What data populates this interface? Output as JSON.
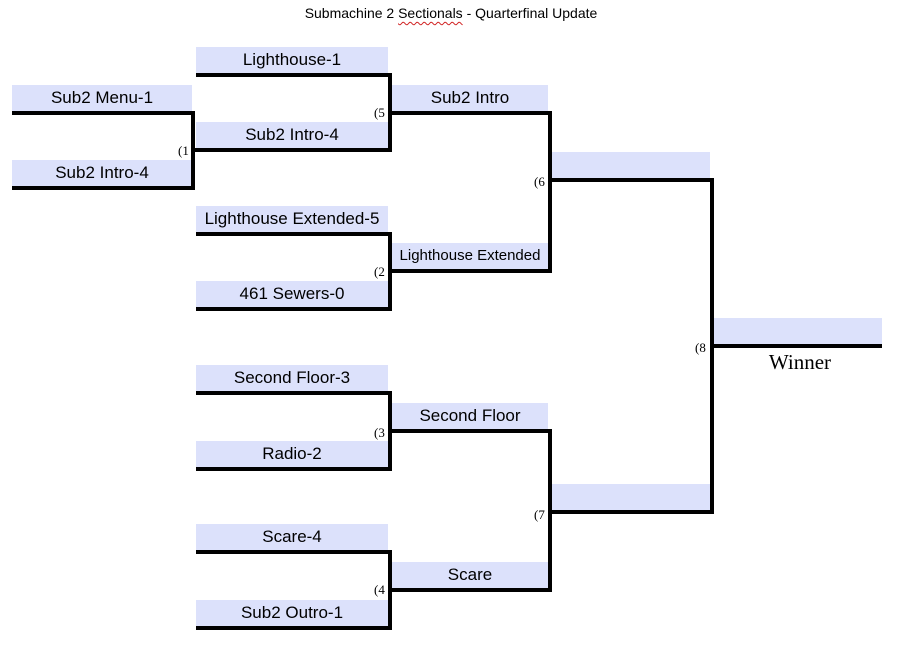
{
  "title": {
    "prefix": "Submachine 2 ",
    "underlined": "Sectionals",
    "suffix": " - Quarterfinal Update"
  },
  "round1": {
    "match1": {
      "top": "Sub2 Menu-1",
      "bottom": "Sub2 Intro-4",
      "number": "(1"
    },
    "match2": {
      "top": "Lighthouse Extended-5",
      "bottom": "461 Sewers-0",
      "number": "(2"
    },
    "match3": {
      "top": "Second Floor-3",
      "bottom": "Radio-2",
      "number": "(3"
    },
    "match4": {
      "top": "Scare-4",
      "bottom": "Sub2 Outro-1",
      "number": "(4"
    }
  },
  "round2": {
    "match5": {
      "top": "Lighthouse-1",
      "bottom": "Sub2 Intro-4",
      "number": "(5"
    }
  },
  "quarterfinals": {
    "q1": "Sub2 Intro",
    "q2": "Lighthouse Extended",
    "q3": "Second Floor",
    "q4": "Scare"
  },
  "semifinals": {
    "match6": {
      "number": "(6",
      "winner": ""
    },
    "match7": {
      "number": "(7",
      "winner": ""
    }
  },
  "final": {
    "number": "(8",
    "winner": "",
    "label": "Winner"
  }
}
